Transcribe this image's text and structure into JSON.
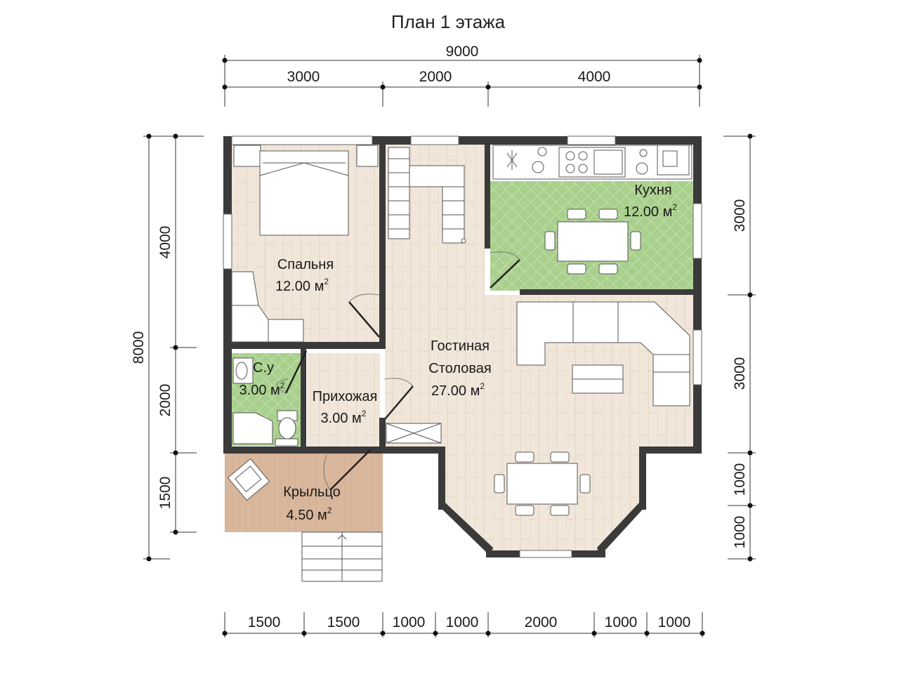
{
  "title": "План 1 этажа",
  "dimensions": {
    "top_total": "9000",
    "top_segments": [
      "3000",
      "2000",
      "4000"
    ],
    "bottom_segments": [
      "1500",
      "1500",
      "1000",
      "1000",
      "2000",
      "1000",
      "1000"
    ],
    "left_total": "8000",
    "left_segments": [
      "4000",
      "2000",
      "1500"
    ],
    "right_segments": [
      "3000",
      "3000",
      "1000",
      "1000"
    ]
  },
  "rooms": {
    "bedroom": {
      "name": "Спальня",
      "area": "12.00 м",
      "sup": "2"
    },
    "kitchen": {
      "name": "Кухня",
      "area": "12.00 м",
      "sup": "2"
    },
    "bathroom": {
      "name": "С.у",
      "area": "3.00 м",
      "sup": "2"
    },
    "hallway": {
      "name": "Прихожая",
      "area": "3.00 м",
      "sup": "2"
    },
    "living": {
      "name1": "Гостиная",
      "name2": "Столовая",
      "area": "27.00 м",
      "sup": "2"
    },
    "porch": {
      "name": "Крыльцо",
      "area": "4.50 м",
      "sup": "2"
    }
  },
  "colors": {
    "wall": "#3a3a3a",
    "wood_floor": "#f1e6da",
    "tile_green": "#a9cf8c",
    "porch_floor": "#d9b79c"
  }
}
